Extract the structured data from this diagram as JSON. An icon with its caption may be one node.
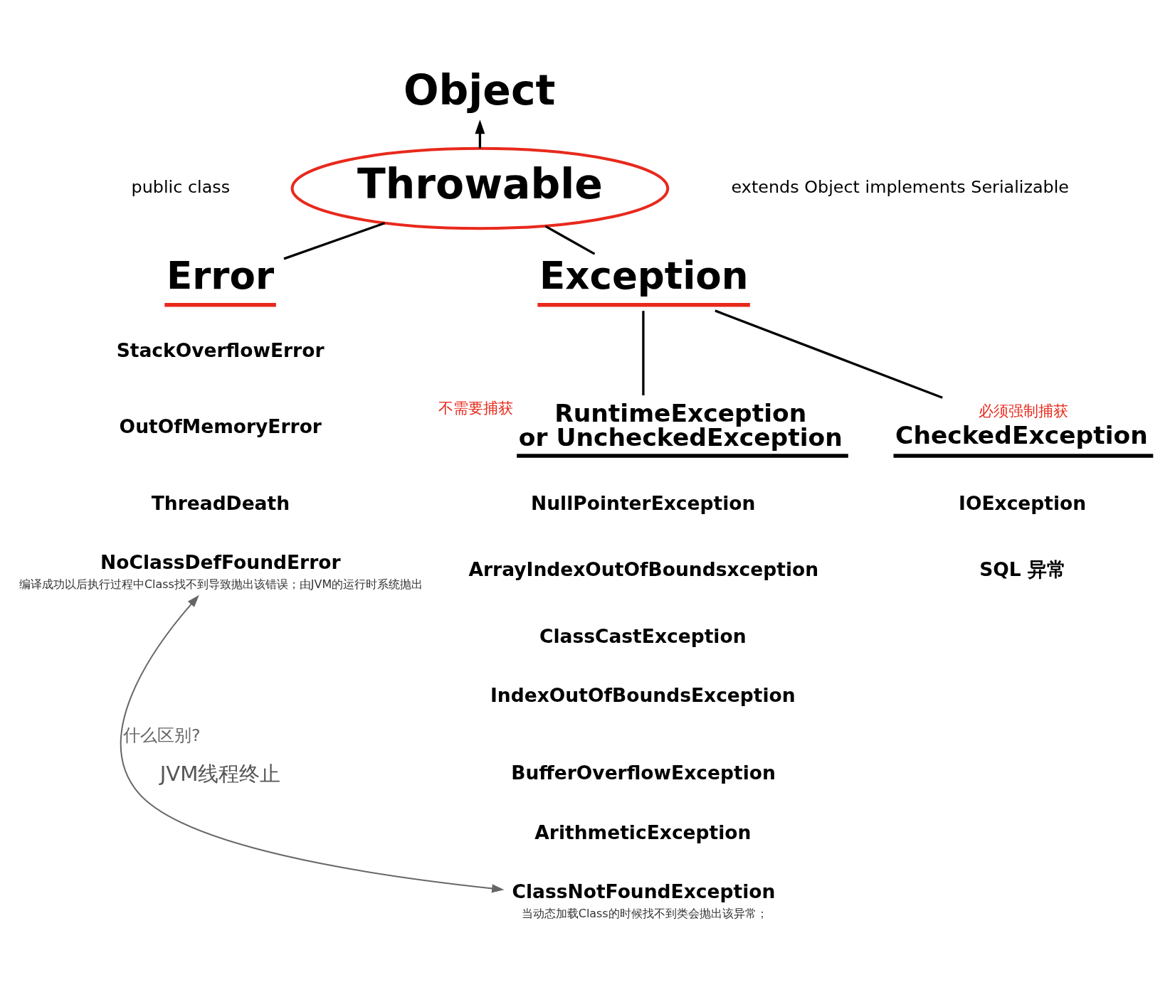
{
  "diagram": {
    "nodes": [
      {
        "text": [
          "Object"
        ]
      },
      {
        "text": [
          "Throwable"
        ]
      },
      {
        "text": [
          "Error"
        ]
      },
      {
        "text": [
          "Exception"
        ]
      },
      {
        "text": [
          "RuntimeException",
          "or UncheckedException"
        ],
        "beside": [
          "不需要捕获"
        ]
      },
      {
        "text": [
          "CheckedException"
        ],
        "beside": [
          "必须强制捕获"
        ]
      },
      {
        "text": [
          "StackOverflowError"
        ]
      },
      {
        "text": [
          "OutOfMemoryError"
        ]
      },
      {
        "text": [
          "ThreadDeath"
        ]
      },
      {
        "text": [
          "NoClassDefFoundError"
        ],
        "beside": [
          "编译成功以后执行过程中Class找不到导致抛出该错误；由JVM的运行时系统抛出"
        ]
      },
      {
        "text": [
          "NullPointerException"
        ]
      },
      {
        "text": [
          "ArrayIndexOutOfBoundsxception"
        ]
      },
      {
        "text": [
          "ClassCastException"
        ]
      },
      {
        "text": [
          "IndexOutOfBoundsException"
        ]
      },
      {
        "text": [
          "BufferOverflowException"
        ]
      },
      {
        "text": [
          "ArithmeticException"
        ]
      },
      {
        "text": [
          "ClassNotFoundException"
        ],
        "beside": [
          "当动态加载Class的时候找不到类会抛出该异常；"
        ]
      },
      {
        "text": [
          "IOException"
        ]
      },
      {
        "text": [
          "SQL 异常"
        ]
      }
    ],
    "edges": [
      {
        "from": 1,
        "to": 0,
        "arrow": "to"
      },
      {
        "from": 1,
        "to": 2,
        "arrow": "none"
      },
      {
        "from": 1,
        "to": 3,
        "arrow": "none"
      },
      {
        "from": 3,
        "to": 4,
        "arrow": "none"
      },
      {
        "from": 3,
        "to": 5,
        "arrow": "none"
      },
      {
        "from": 9,
        "to": 16,
        "arrow": "both",
        "label": "什么区别?",
        "color": "#666666"
      }
    ],
    "labels": [
      "public class",
      "extends Object implements Serializable",
      "JVM线程终止"
    ]
  }
}
